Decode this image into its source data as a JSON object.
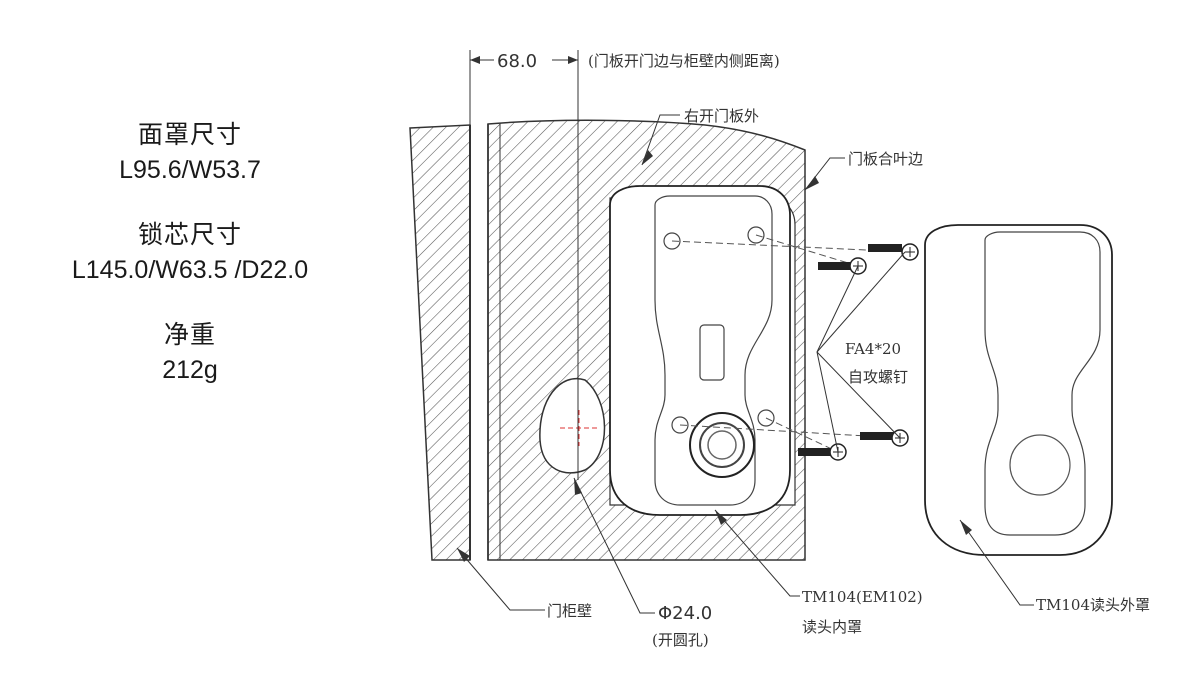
{
  "specs": {
    "faceplate": {
      "title": "面罩尺寸",
      "value": "L95.6/W53.7"
    },
    "lock_core": {
      "title": "锁芯尺寸",
      "value": "L145.0/W63.5 /D22.0"
    },
    "net_weight": {
      "title": "净重",
      "value": "212g"
    }
  },
  "diagram": {
    "dimension_value": "68.0",
    "dimension_note": "(门板开门边与柜壁内侧距离)",
    "labels": {
      "door_outside": "右开门板外",
      "door_edge": "门板合叶边",
      "screw_spec": "FA4*20",
      "screw_name": "自攻螺钉",
      "cabinet_wall": "门柜壁",
      "hole_dia": "Φ24.0",
      "hole_note": "(开圆孔)",
      "inner_model": "TM104(EM102)",
      "inner_name": "读头内罩",
      "outer_cover": "TM104读头外罩"
    }
  }
}
